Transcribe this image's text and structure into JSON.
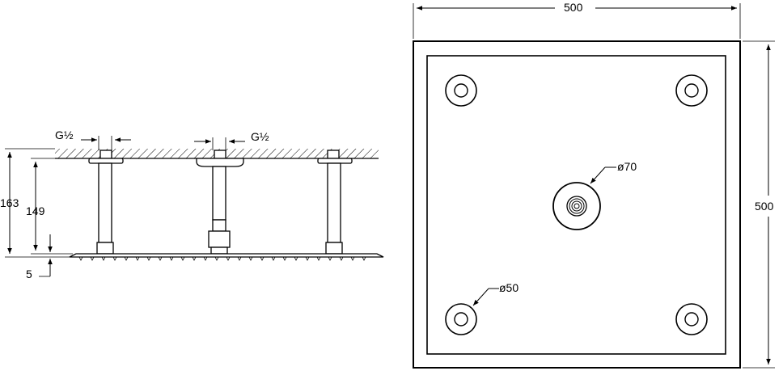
{
  "side_view": {
    "thread_left": "G½",
    "thread_center": "G½",
    "height_total": "163",
    "height_arm": "149",
    "plate_thickness": "5"
  },
  "top_view": {
    "width": "500",
    "depth": "500",
    "center_diameter": "ø70",
    "mount_diameter": "ø50"
  },
  "colors": {
    "line": "#000000",
    "background": "#ffffff"
  }
}
